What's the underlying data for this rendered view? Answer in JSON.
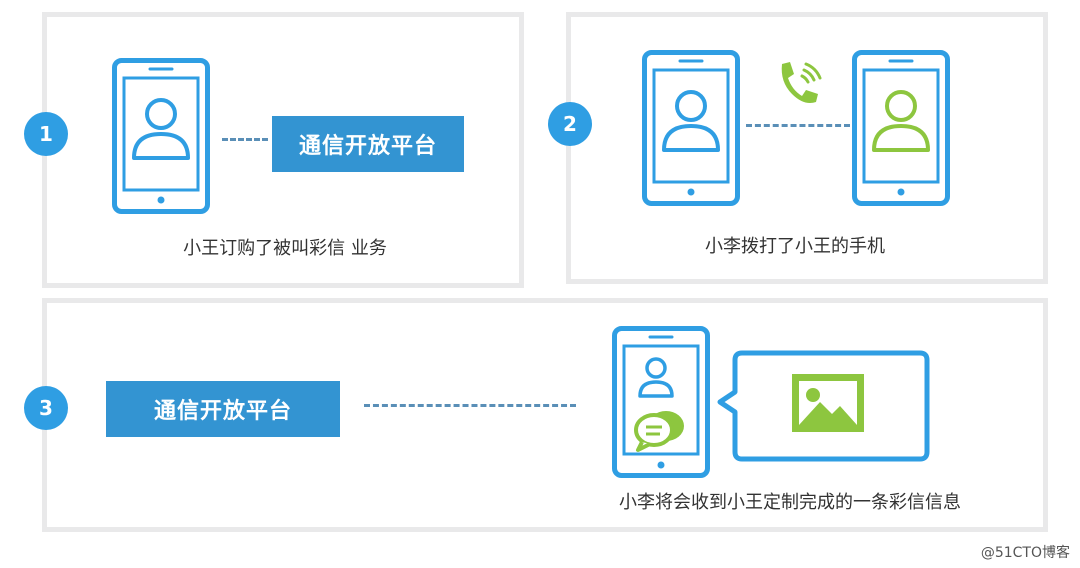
{
  "colors": {
    "blue": "#2f9ee3",
    "platform": "#3394d2",
    "green": "#8dc63f",
    "panel_border": "#e9e9ea"
  },
  "panel1": {
    "step": "1",
    "platform_label": "通信开放平台",
    "caption": "小王订购了被叫彩信 业务"
  },
  "panel2": {
    "step": "2",
    "caption": "小李拨打了小王的手机",
    "icon": "phone-call-icon"
  },
  "panel3": {
    "step": "3",
    "platform_label": "通信开放平台",
    "caption": "小李将会收到小王定制完成的一条彩信信息",
    "icons": [
      "chat-bubble-icon",
      "image-icon"
    ]
  },
  "watermark": "@51CTO博客"
}
